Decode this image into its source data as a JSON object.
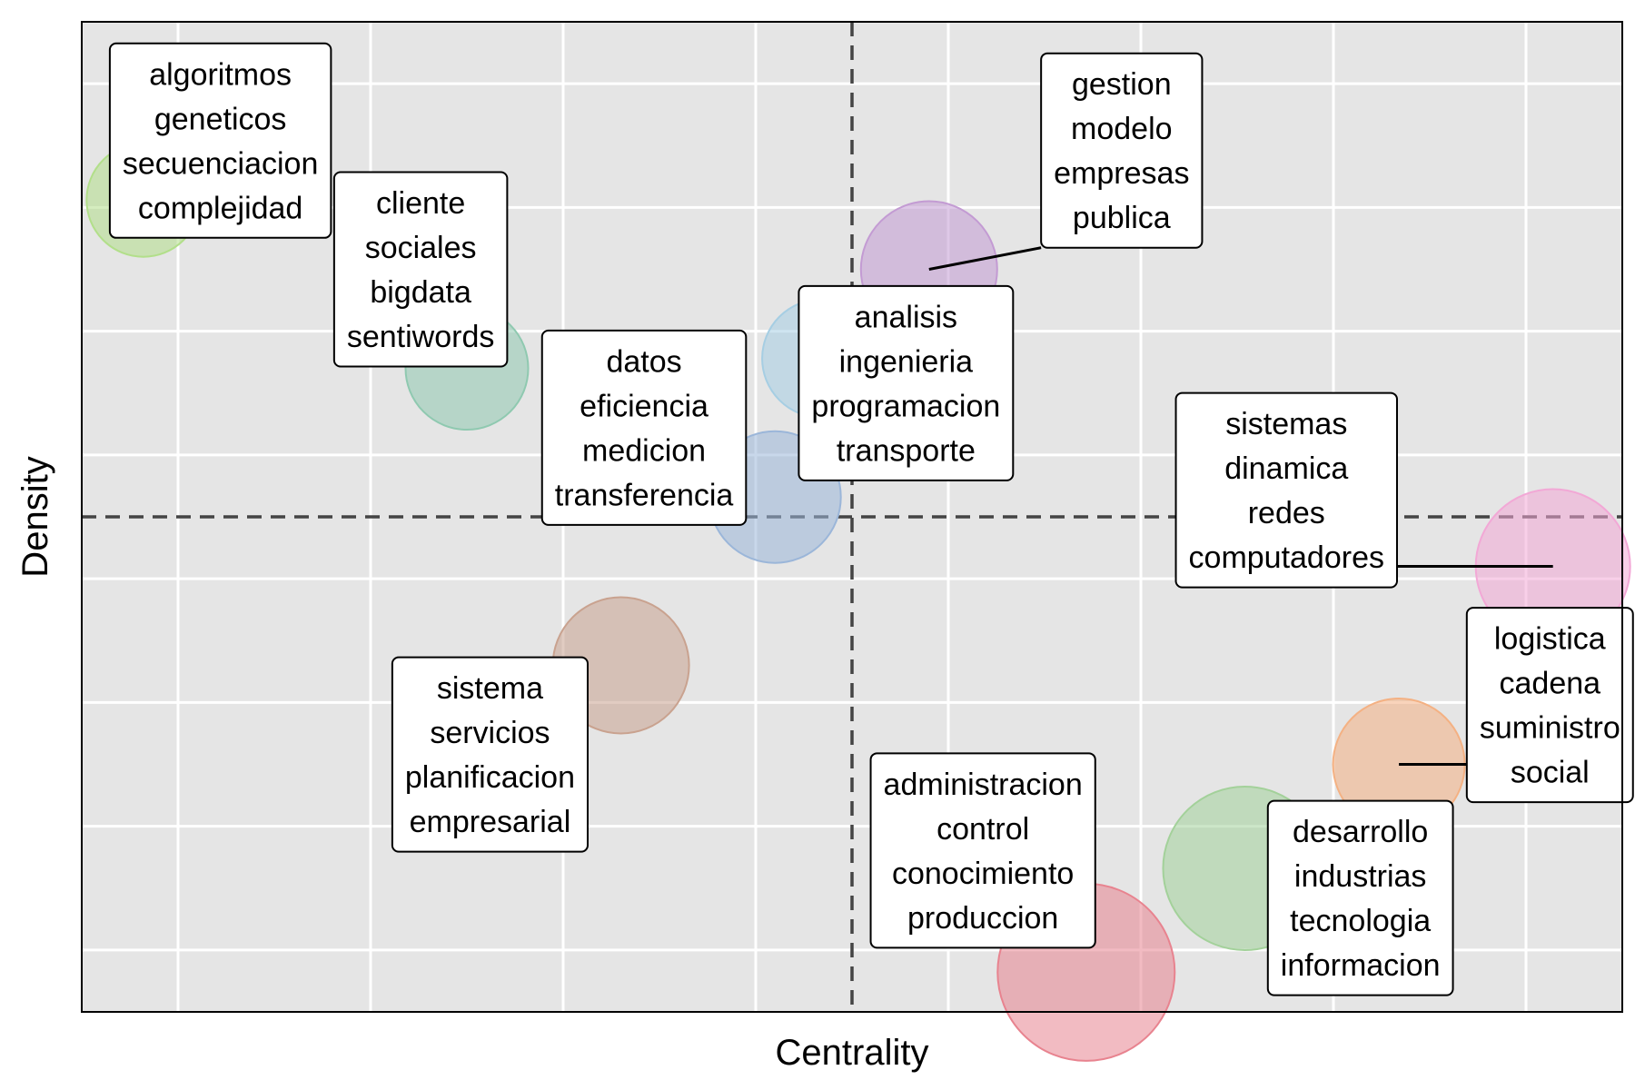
{
  "chart_data": {
    "type": "scatter",
    "title": "",
    "xlabel": "Centrality",
    "ylabel": "Density",
    "xlim": [
      0,
      1
    ],
    "ylim": [
      0,
      1
    ],
    "grid": true,
    "tick_labels": "none",
    "reference_lines": {
      "x": 0.5,
      "y": 0.5
    },
    "clusters": [
      {
        "words": [
          "algoritmos",
          "geneticos",
          "secuenciacion",
          "complejidad"
        ],
        "x": 0.04,
        "y": 0.82,
        "size": 0.15,
        "color": "#b2df8a",
        "label_x": 0.09,
        "label_y": 0.88
      },
      {
        "words": [
          "cliente",
          "sociales",
          "bigdata",
          "sentiwords"
        ],
        "x": 0.25,
        "y": 0.65,
        "size": 0.25,
        "color": "#8fc9b0",
        "label_x": 0.22,
        "label_y": 0.75
      },
      {
        "words": [
          "datos",
          "eficiencia",
          "medicion",
          "transferencia"
        ],
        "x": 0.45,
        "y": 0.52,
        "size": 0.35,
        "color": "#9bb6d9",
        "label_x": 0.365,
        "label_y": 0.59
      },
      {
        "words": [
          "gestion",
          "modelo",
          "empresas",
          "publica"
        ],
        "x": 0.55,
        "y": 0.75,
        "size": 0.4,
        "color": "#c39bd3",
        "label_x": 0.675,
        "label_y": 0.87
      },
      {
        "words": [
          "analisis",
          "ingenieria",
          "programacion",
          "transporte"
        ],
        "x": 0.48,
        "y": 0.66,
        "size": 0.2,
        "color": "#a6cee3",
        "label_x": 0.535,
        "label_y": 0.635
      },
      {
        "words": [
          "sistemas",
          "dinamica",
          "redes",
          "computadores"
        ],
        "x": 0.955,
        "y": 0.45,
        "size": 0.6,
        "color": "#f2a8d6",
        "label_x": 0.782,
        "label_y": 0.527
      },
      {
        "words": [
          "logistica",
          "cadena",
          "suministro",
          "social"
        ],
        "x": 0.855,
        "y": 0.25,
        "size": 0.35,
        "color": "#f4b183",
        "label_x": 0.953,
        "label_y": 0.31
      },
      {
        "words": [
          "sistema",
          "servicios",
          "planificacion",
          "empresarial"
        ],
        "x": 0.35,
        "y": 0.35,
        "size": 0.4,
        "color": "#c9a28f",
        "label_x": 0.265,
        "label_y": 0.26
      },
      {
        "words": [
          "administracion",
          "control",
          "conocimiento",
          "produccion"
        ],
        "x": 0.652,
        "y": 0.04,
        "size": 0.85,
        "color": "#e8838f",
        "label_x": 0.585,
        "label_y": 0.163
      },
      {
        "words": [
          "desarrollo",
          "industrias",
          "tecnologia",
          "informacion"
        ],
        "x": 0.755,
        "y": 0.145,
        "size": 0.7,
        "color": "#a3d19a",
        "label_x": 0.83,
        "label_y": 0.115
      }
    ]
  }
}
